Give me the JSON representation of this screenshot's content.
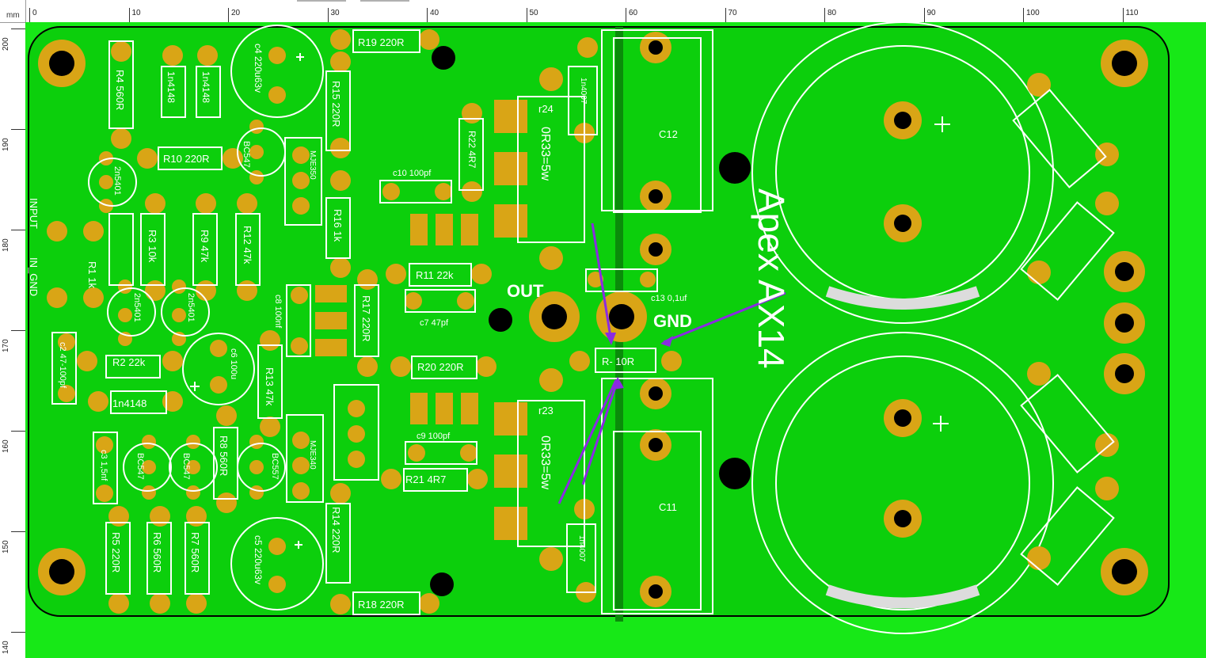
{
  "ruler": {
    "unit": "mm",
    "top_ticks": [
      "0",
      "10",
      "20",
      "30",
      "40",
      "50",
      "60",
      "70",
      "80",
      "90",
      "100",
      "110"
    ],
    "left_ticks": [
      "200",
      "190",
      "180",
      "170",
      "160",
      "150",
      "140"
    ]
  },
  "board": {
    "title": "Apex AX14",
    "colors": {
      "copper": "#0ccf0c",
      "background": "#17e817",
      "pad": "#d9a516",
      "hole": "#000000",
      "silk": "#ffffff",
      "annotation_arrow": "#8a2be2"
    },
    "labels": {
      "out": "OUT",
      "gnd": "GND",
      "input": "INPUT",
      "in_gnd": "IN_GND"
    },
    "components": [
      "R4 560R",
      "1n4148",
      "1n4148",
      "c4 220u63v",
      "R19 220R",
      "R15 220R",
      "r24",
      "C12",
      "R10 220R",
      "BC547",
      "MJE350",
      "2n5401",
      "c10 100pf",
      "R22 4R7",
      "0R33=5w",
      "R3 10k",
      "R9 47k",
      "R12 47k",
      "R16 1k",
      "R1 1k",
      "R11 22k",
      "2n5401",
      "2n5401",
      "c8 100nf",
      "R17 220R",
      "c7 47pf",
      "c13 0,1uf",
      "R2 22k",
      "c6 100u",
      "R13 47k",
      "R20 220R",
      "c2 47-100pf",
      "1n4148",
      "R- 10R",
      "r23",
      "c9 100pf",
      "R8 560R",
      "MJE340",
      "BC557",
      "c3 1,5nf",
      "BC547",
      "BC547",
      "R21 4R7",
      "0R33=5w",
      "C11",
      "R5 220R",
      "R6 560R",
      "R7 560R",
      "c5 220u63v",
      "R14 220R",
      "R18 220R",
      "1n4007",
      "1n4007"
    ]
  }
}
